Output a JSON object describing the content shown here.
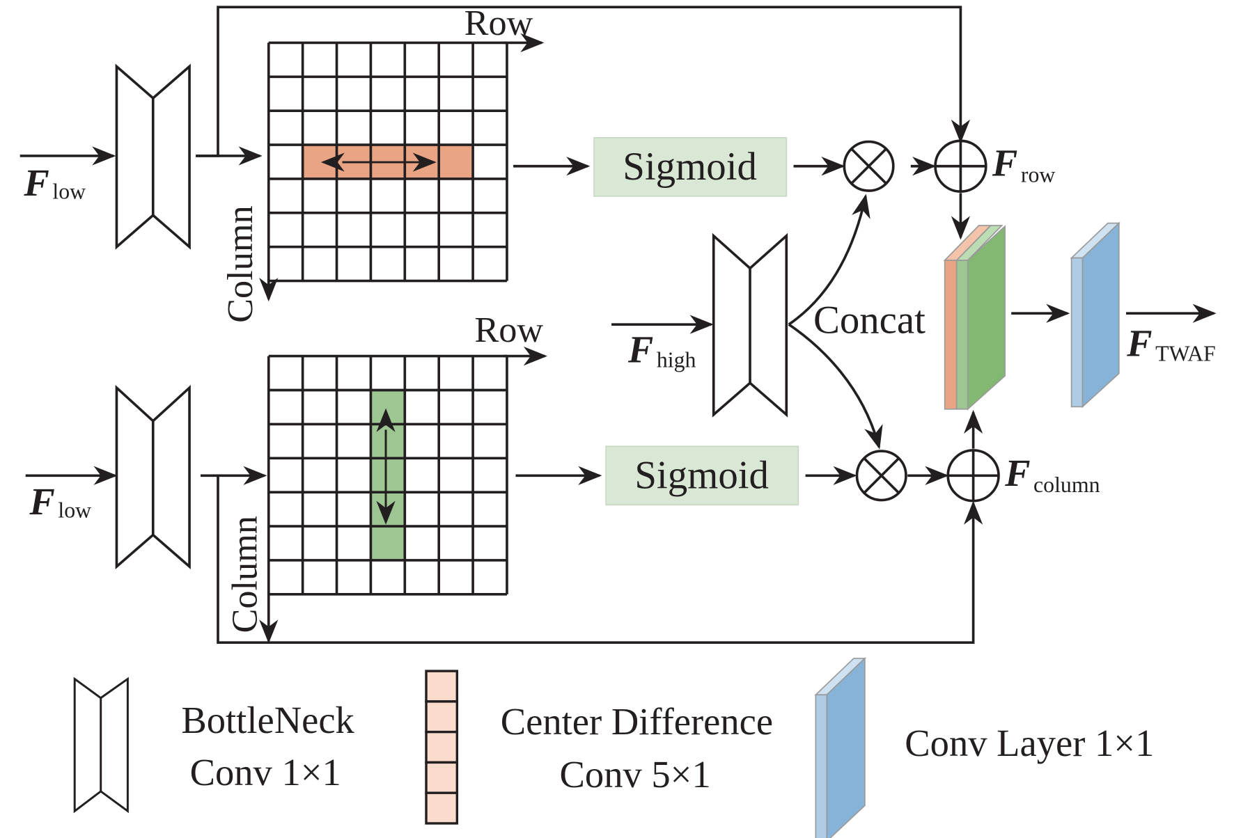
{
  "diagram": {
    "title": "Two-Way Attention Fusion (TWAF) module",
    "colors": {
      "line": "#231f20",
      "row_highlight": "#e9a583",
      "column_highlight": "#9dc693",
      "sigmoid_fill": "#d8e8d4",
      "concat_orange": "#e9a583",
      "concat_light_green": "#9dc693",
      "concat_green": "#82b872",
      "conv_front": "#aecce6",
      "conv_main": "#87b3d8",
      "center_diff_fill": "#f9dccc"
    },
    "top_branch": {
      "input": {
        "main": "F",
        "sub": "low"
      },
      "row_label": "Row",
      "column_label": "Column",
      "grid": {
        "rows": 7,
        "cols": 7,
        "highlight": "row",
        "highlight_row_index": 3,
        "highlight_cols": [
          1,
          2,
          3,
          4,
          5
        ]
      },
      "sigmoid_label": "Sigmoid",
      "output": {
        "main": "F",
        "sub": "row"
      }
    },
    "bottom_branch": {
      "input": {
        "main": "F",
        "sub": "low"
      },
      "row_label": "Row",
      "column_label": "Column",
      "grid": {
        "rows": 7,
        "cols": 7,
        "highlight": "column",
        "highlight_col_index": 3,
        "highlight_rows": [
          1,
          2,
          3,
          4,
          5
        ]
      },
      "sigmoid_label": "Sigmoid",
      "output": {
        "main": "F",
        "sub": "column"
      }
    },
    "high_branch": {
      "input": {
        "main": "F",
        "sub": "high"
      }
    },
    "concat_label": "Concat",
    "final_output": {
      "main": "F",
      "sub": "TWAF"
    },
    "operators": {
      "multiply": "⊗",
      "add": "⊕"
    }
  },
  "legend": [
    {
      "icon": "bottleneck-icon",
      "line1": "BottleNeck",
      "line2": "Conv 1×1"
    },
    {
      "icon": "center-difference-icon",
      "line1": "Center Difference",
      "line2": "Conv 5×1"
    },
    {
      "icon": "conv-layer-icon",
      "line1": "Conv Layer 1×1",
      "line2": ""
    }
  ]
}
